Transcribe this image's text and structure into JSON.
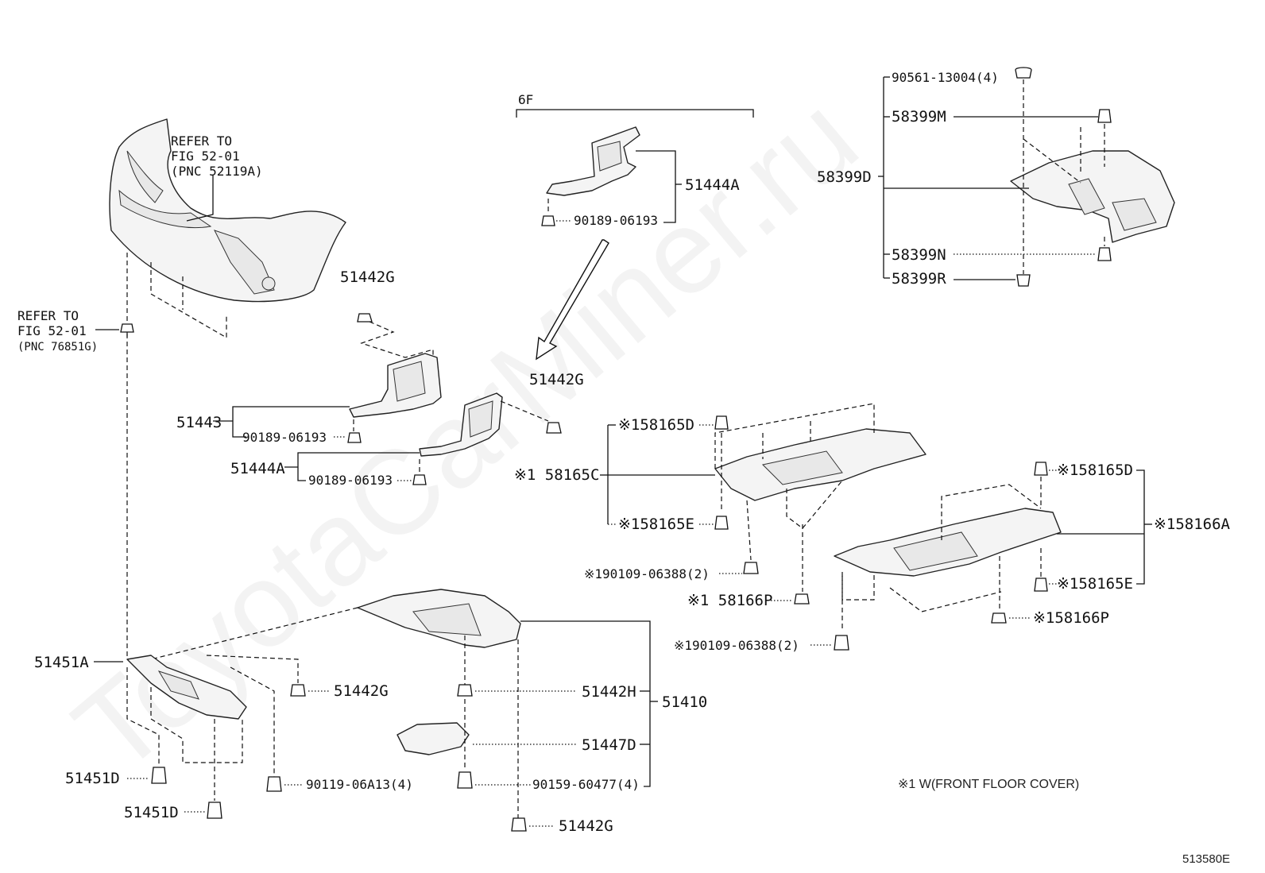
{
  "watermark": "ToyotaCarMiner.ru",
  "figure_id": "513580E",
  "note": "※1 W(FRONT FLOOR COVER)",
  "group_label": "6F",
  "refer_bumper": [
    "REFER TO",
    "FIG 52-01",
    "(PNC 52119A)"
  ],
  "refer_clip": [
    "REFER TO",
    "FIG 52-01",
    "(PNC 76851G)"
  ],
  "labels": {
    "p51444A_top": "51444A",
    "p90189_top": "90189-06193",
    "p51442G_a": "51442G",
    "p51443": "51443",
    "p90189_mid1": "90189-06193",
    "p51444A_mid": "51444A",
    "p90189_mid2": "90189-06193",
    "p51442G_b": "51442G",
    "p90561": "90561-13004(4)",
    "p58399M": "58399M",
    "p58399D": "58399D",
    "p58399N": "58399N",
    "p58399R": "58399R",
    "p58165D_a": "※158165D",
    "p58165C": "※1 58165C",
    "p58165E_a": "※158165E",
    "p90109_a": "※190109-06388(2)",
    "p58166P_a": "※1 58166P",
    "p58165D_b": "※158165D",
    "p58166A": "※158166A",
    "p58165E_b": "※158165E",
    "p58166P_b": "※158166P",
    "p90109_b": "※190109-06388(2)",
    "p51451A": "51451A",
    "p51442G_c": "51442G",
    "p51442H": "51442H",
    "p51410": "51410",
    "p51447D": "51447D",
    "p51451D_a": "51451D",
    "p90119": "90119-06A13(4)",
    "p90159": "90159-60477(4)",
    "p51451D_b": "51451D",
    "p51442G_d": "51442G"
  }
}
